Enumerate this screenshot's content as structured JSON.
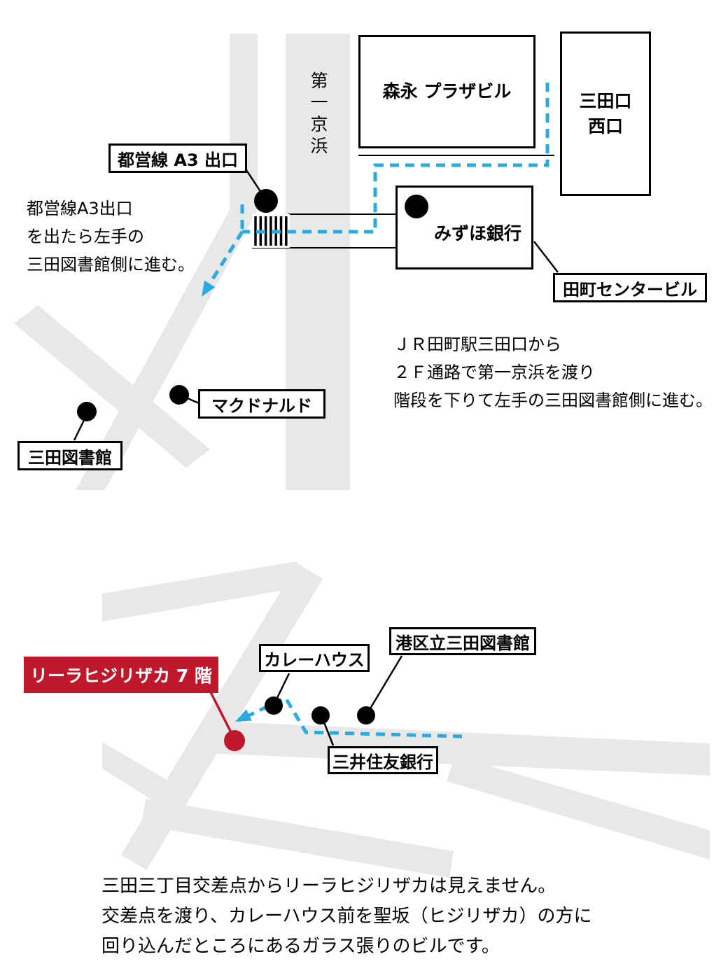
{
  "colors": {
    "road_gray": "#e8e8e8",
    "route_blue": "#29abe2",
    "accent_red": "#c0182b",
    "ink": "#000000"
  },
  "top_map": {
    "street_vertical": "第一京浜",
    "building_morinaga": "森永 プラザビル",
    "station_line1": "三田口",
    "station_line2": "西口",
    "building_mizuho": "みずほ銀行",
    "tag_toei_exit": "都営線 A3 出口",
    "tag_tamachi_center": "田町センタービル",
    "tag_mcdonalds": "マクドナルド",
    "tag_mita_library": "三田図書館",
    "note_left_1": "都営線A3出口",
    "note_left_2": "を出たら左手の",
    "note_left_3": "三田図書館側に進む。",
    "note_right_1": "ＪＲ田町駅三田口から",
    "note_right_2": "２Ｆ通路で第一京浜を渡り",
    "note_right_3": "階段を下りて左手の三田図書館側に進む。"
  },
  "bottom_map": {
    "tag_leela": "リーラヒジリザカ 7 階",
    "tag_curry_house": "カレーハウス",
    "tag_minato_library": "港区立三田図書館",
    "tag_smbc": "三井住友銀行",
    "note_1": "三田三丁目交差点からリーラヒジリザカは見えません。",
    "note_2": "交差点を渡り、カレーハウス前を聖坂（ヒジリザカ）の方に",
    "note_3": "回り込んだところにあるガラス張りのビルです。"
  }
}
